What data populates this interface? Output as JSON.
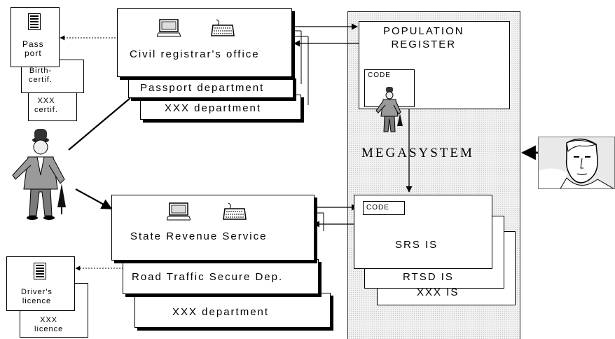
{
  "civil": {
    "office": "Civil registrar's office",
    "passport_dept": "Passport department",
    "xxx_dept": "XXX  department"
  },
  "srs": {
    "service": "State Revenue Service",
    "road_dept": "Road Traffic Secure Dep.",
    "xxx_dept": "XXX  department"
  },
  "docs_top": {
    "passport": "Pass\nport",
    "birth": "Birth-\ncertif.",
    "xxx": "XXX\ncertif."
  },
  "docs_bottom": {
    "drivers": "Driver's\nlicence",
    "xxx": "XXX\nlicence"
  },
  "megasystem": {
    "title": "MEGASYSTEM",
    "population_register": "POPULATION\nREGISTER",
    "code_top": "CODE",
    "code_bottom": "CODE",
    "srs_is": "SRS  IS",
    "rtsd_is": "RTSD IS",
    "xxx_is": "XXX  IS"
  },
  "icons": [
    "computer-icon",
    "keyboard-icon",
    "document-icon",
    "person-with-umbrella-icon",
    "face-portrait-icon"
  ]
}
